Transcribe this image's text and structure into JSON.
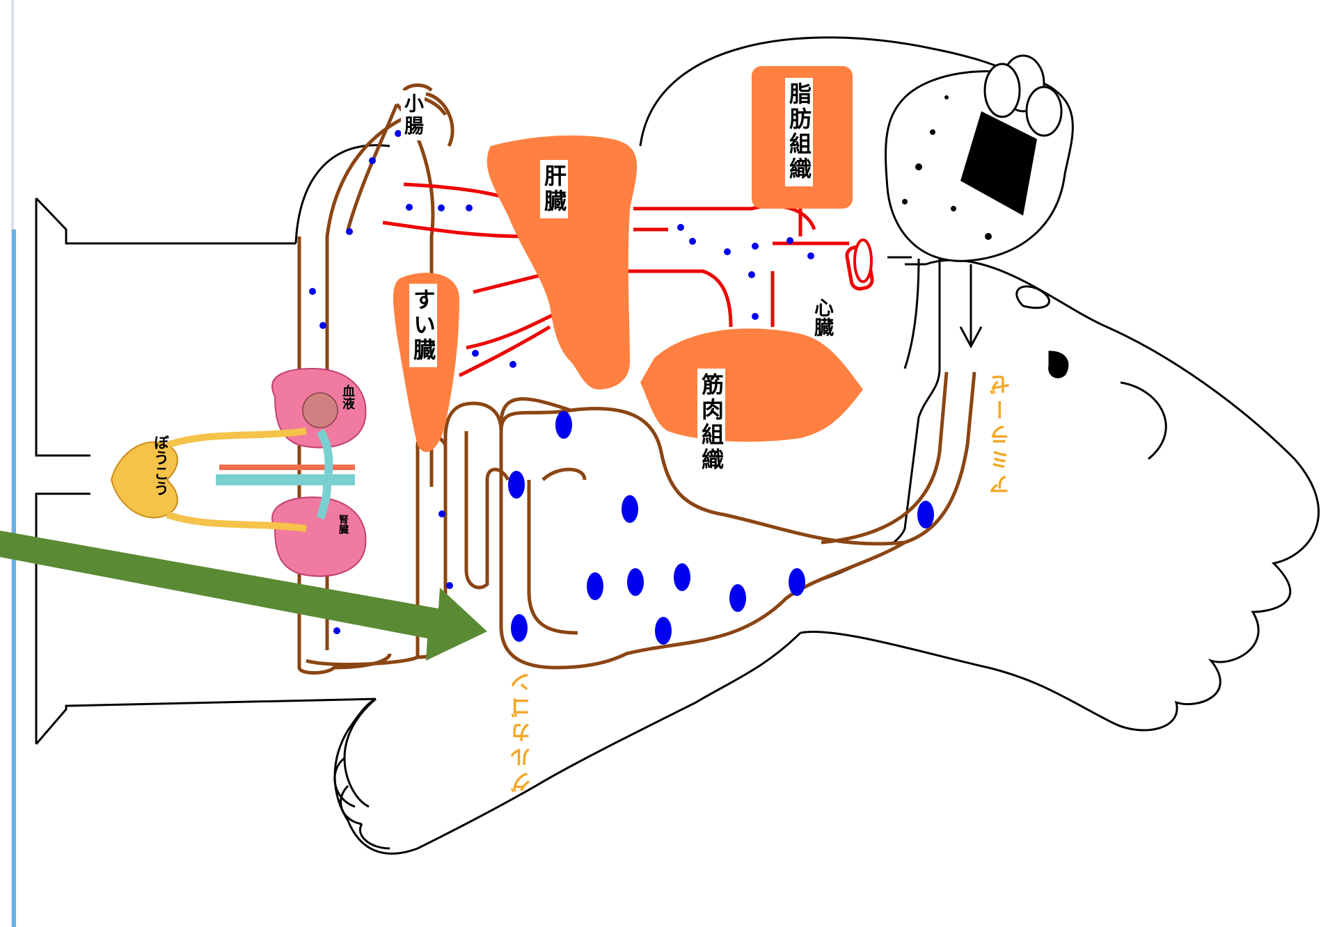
{
  "labels": {
    "small_intestine": "小腸",
    "liver": "肝臓",
    "adipose": "脂肪組織",
    "pancreas": "すい臓",
    "muscle": "筋肉組織",
    "heart": "心臓",
    "bladder": "ぼうこう",
    "blood": "血液",
    "kidney": "腎臓"
  },
  "molecules": {
    "glucagon": "グルカゴン",
    "amylase": "アミラーゼ"
  },
  "colors": {
    "organ": "#ff8040",
    "vessel": "#ee0000",
    "intestine_wall": "#8b4513",
    "blood_cell": "#0000ee",
    "arrow": "#5b8a35",
    "molecule_text": "#f5a623",
    "kidney": "#f07aa0",
    "bladder": "#f5c24a",
    "vein": "#7ad0d0",
    "artery": "#f07050"
  },
  "icons": [
    "rice-ball-icon",
    "food-arrow-icon",
    "green-pointer-arrow-icon"
  ]
}
